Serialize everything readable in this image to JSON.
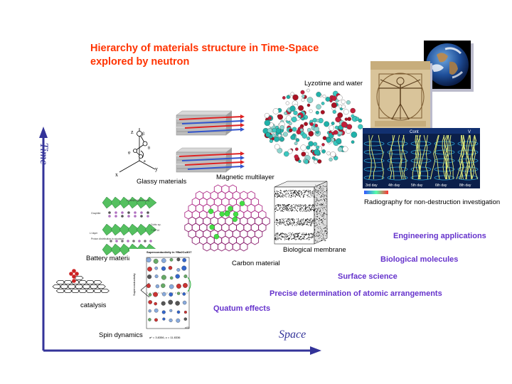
{
  "title_line1": "Hierarchy of materials structure in Time-Space",
  "title_line2": "explored by neutron",
  "axes": {
    "y_label": "Time",
    "x_label": "Space",
    "axis_color": "#333399"
  },
  "image_labels": {
    "lyzotime": "Lyzotime and water",
    "glassy": "Glassy materials",
    "magnetic": "Magnetic multilayer",
    "radiography": "Radiography for non-destruction investigation",
    "battery": "Battery materials",
    "biomembrane": "Biological membrane",
    "carbon": "Carbon material",
    "catalysis": "catalysis",
    "spin": "Spin dynamics"
  },
  "research_areas": [
    "Engineering applications",
    "Biological molecules",
    "Surface science",
    "Precise determination of atomic arrangements",
    "Quatum effects"
  ],
  "panel_texts": {
    "root_top": "Cont",
    "root_v": "V",
    "days": [
      "3rd day",
      "4th day",
      "5th day",
      "6th day",
      "8th day"
    ],
    "spin_title": "Superconductivity in YBa2Cu3O7",
    "spin_axis": "Superconductivity",
    "spin_foot": "a* = 3.8356, c = 11.8336",
    "spin_small": "c/l1",
    "battery_notes": [
      "Li2Mn2O4(distorted)",
      "Graphite",
      "Cubic sp.",
      "7.4K 14",
      "Li layer",
      "Proton distribution in structure"
    ],
    "glassy_glyphs": [
      "z",
      "x",
      "y",
      "β",
      "θ",
      "φ",
      "a"
    ]
  },
  "colors": {
    "title": "#ff3300",
    "areas": "#6633cc"
  }
}
